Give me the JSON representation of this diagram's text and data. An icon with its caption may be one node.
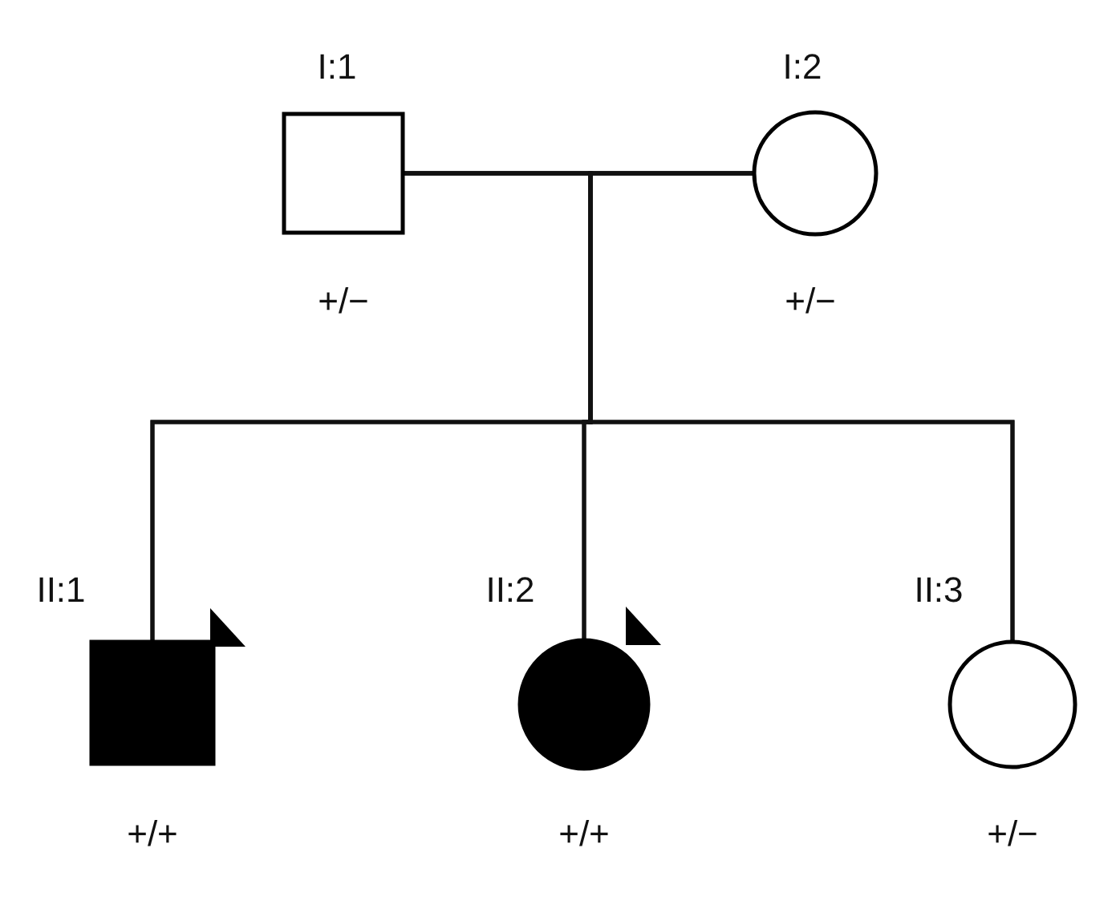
{
  "diagram": {
    "nodes": [
      {
        "text": [],
        "shape": "box",
        "beside": [
          "I:1",
          "+/−"
        ]
      },
      {
        "text": [],
        "shape": "circle",
        "beside": [
          "I:2",
          "+/−"
        ]
      },
      {
        "text": [],
        "shape": "box",
        "beside": [
          "II:1",
          "+/+"
        ]
      },
      {
        "text": [],
        "shape": "circle",
        "beside": [
          "II:2",
          "+/+"
        ]
      },
      {
        "text": [],
        "shape": "circle",
        "beside": [
          "II:3",
          "+/−"
        ]
      }
    ],
    "edges": [
      {
        "from": 0,
        "to": 1,
        "arrow": "none"
      },
      {
        "from": 0,
        "to": 2,
        "arrow": "none"
      },
      {
        "from": 0,
        "to": 3,
        "arrow": "none"
      },
      {
        "from": 0,
        "to": 4,
        "arrow": "none"
      },
      {
        "from": 1,
        "to": 2,
        "arrow": "none"
      },
      {
        "from": 1,
        "to": 3,
        "arrow": "none"
      },
      {
        "from": 1,
        "to": 4,
        "arrow": "none"
      }
    ]
  }
}
